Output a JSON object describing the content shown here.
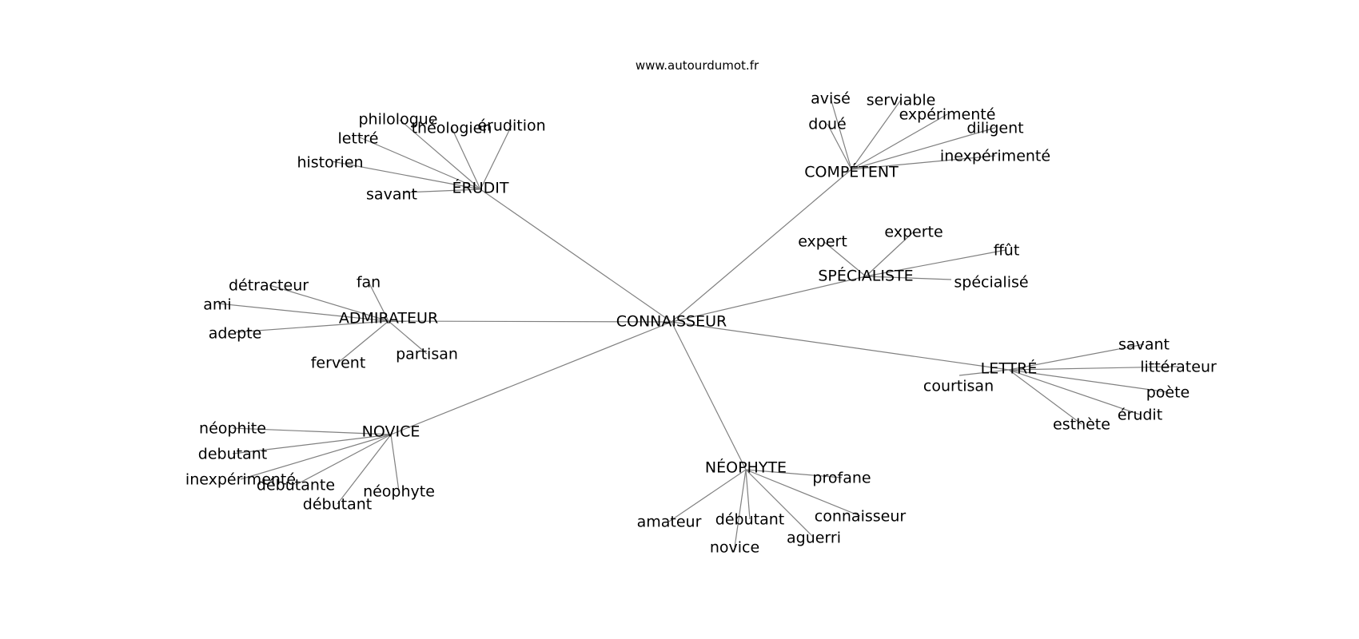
{
  "header": {
    "site": "www.autourdumot.fr"
  },
  "center": "CONNAISSEUR",
  "clusters": [
    {
      "hub": "ÉRUDIT",
      "leaves": [
        "philologue",
        "théologien",
        "érudition",
        "lettré",
        "historien",
        "savant"
      ]
    },
    {
      "hub": "COMPÉTENT",
      "leaves": [
        "avisé",
        "serviable",
        "doué",
        "expérimenté",
        "diligent",
        "inexpérimenté"
      ]
    },
    {
      "hub": "SPÉCIALISTE",
      "leaves": [
        "expert",
        "experte",
        "ffût",
        "spécialisé"
      ]
    },
    {
      "hub": "ADMIRATEUR",
      "leaves": [
        "détracteur",
        "fan",
        "ami",
        "adepte",
        "fervent",
        "partisan"
      ]
    },
    {
      "hub": "LETTRÉ",
      "leaves": [
        "savant",
        "littérateur",
        "courtisan",
        "poète",
        "érudit",
        "esthète"
      ]
    },
    {
      "hub": "NOVICE",
      "leaves": [
        "néophite",
        "debutant",
        "inexpérimenté",
        "débutante",
        "débutant",
        "néophyte"
      ]
    },
    {
      "hub": "NÉOPHYTE",
      "leaves": [
        "profane",
        "amateur",
        "débutant",
        "connaisseur",
        "aguerri",
        "novice"
      ]
    }
  ],
  "colors": {
    "edge": "#808080",
    "text": "#000000",
    "background": "#ffffff"
  }
}
